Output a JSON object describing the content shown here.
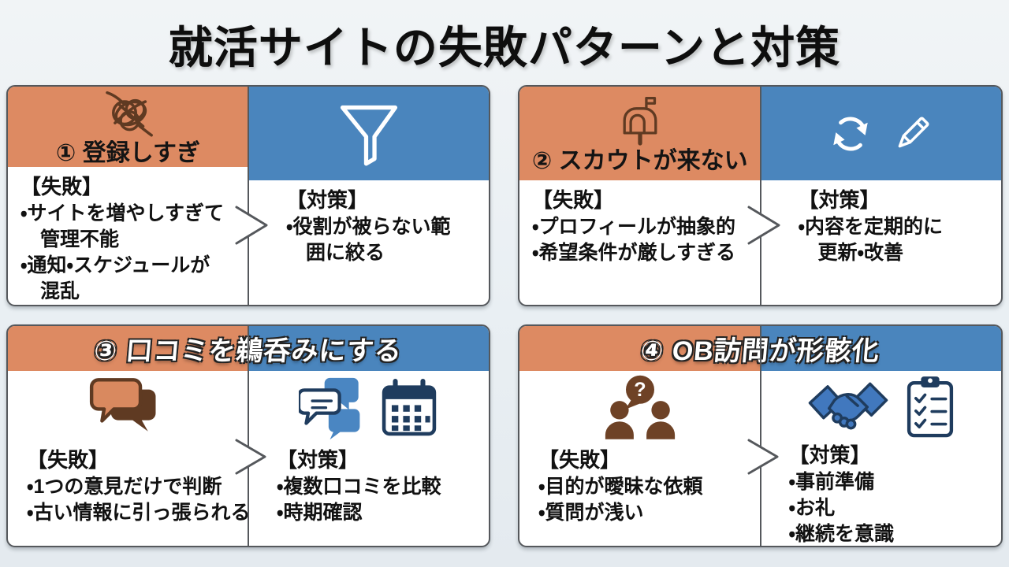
{
  "page": {
    "title": "就活サイトの失敗パターンと対策",
    "bullet": "・"
  },
  "labels": {
    "fail": "【失敗】",
    "fix": "【対策】"
  },
  "colors": {
    "header_orange": "#DD8A62",
    "header_blue": "#4A85BD",
    "background": "#E9EFF3",
    "card_border": "#55585C",
    "text": "#111111",
    "strip_title_fill": "#FFFFFF",
    "icon_brown": "#5F3A22",
    "icon_salmon": "#D9895F",
    "icon_navy": "#1F3C5E",
    "icon_blue": "#4178BE",
    "icon_mid_blue": "#4A86C2",
    "icon_white": "#FFFFFF"
  },
  "panels": [
    {
      "title": "① 登録しすぎ",
      "fail_icons": [
        "tangled-knot-icon"
      ],
      "fix_icons": [
        "funnel-icon"
      ],
      "fail_items": [
        [
          "サイトを増やしすぎて",
          "管理不能"
        ],
        [
          "通知・スケジュールが",
          "混乱"
        ]
      ],
      "fix_items": [
        [
          "役割が被らない範",
          "囲に絞る"
        ]
      ]
    },
    {
      "title": "② スカウトが来ない",
      "fail_icons": [
        "mailbox-flag-icon"
      ],
      "fix_icons": [
        "refresh-icon",
        "pencil-icon"
      ],
      "fail_items": [
        [
          "プロフィールが抽象的"
        ],
        [
          "希望条件が厳しすぎる"
        ]
      ],
      "fix_items": [
        [
          "内容を定期的に",
          "更新・改善"
        ]
      ]
    },
    {
      "title": "③ 口コミを鵜呑みにする",
      "fail_icons": [
        "speech-bubbles-icon"
      ],
      "fix_icons": [
        "chat-compare-icon",
        "calendar-icon"
      ],
      "fail_items": [
        [
          "1つの意見だけで判断"
        ],
        [
          "古い情報に引っ張られる"
        ]
      ],
      "fix_items": [
        [
          "複数口コミを比較"
        ],
        [
          "時期確認"
        ]
      ]
    },
    {
      "title": "④ OB訪問が形骸化",
      "fail_icons": [
        "people-question-icon"
      ],
      "fix_icons": [
        "handshake-icon",
        "checklist-clipboard-icon"
      ],
      "fail_items": [
        [
          "目的が曖昧な依頼"
        ],
        [
          "質問が浅い"
        ]
      ],
      "fix_items": [
        [
          "事前準備"
        ],
        [
          "お礼"
        ],
        [
          "継続を意識"
        ]
      ]
    }
  ]
}
